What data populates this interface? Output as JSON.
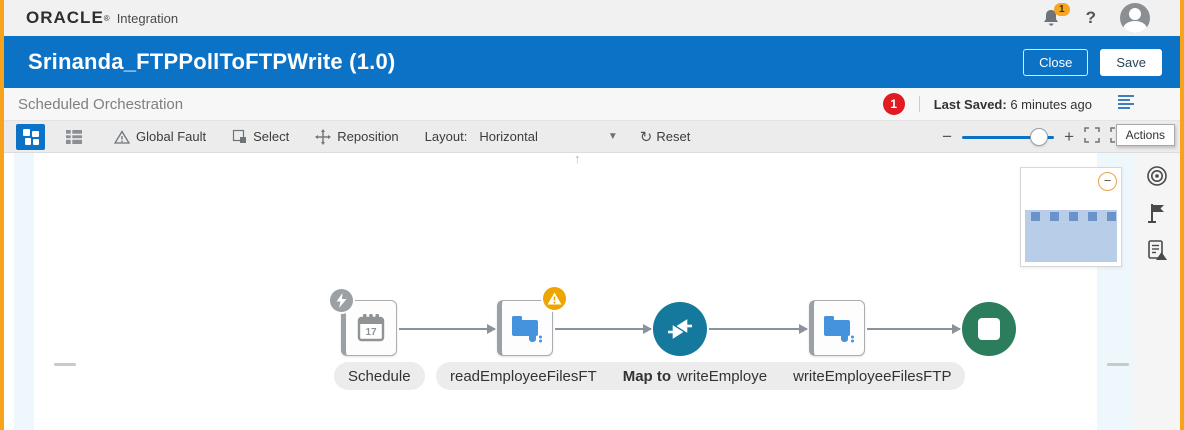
{
  "topbar": {
    "brand": "ORACLE",
    "brand_mark": "®",
    "product": "Integration",
    "notification_count": "1",
    "help_label": "?"
  },
  "titlebar": {
    "title": "Srinanda_FTPPollToFTPWrite (1.0)",
    "close_label": "Close",
    "save_label": "Save"
  },
  "subheader": {
    "title": "Scheduled Orchestration",
    "error_count": "1",
    "last_saved_label": "Last Saved:",
    "last_saved_value": "6 minutes ago",
    "actions_tooltip": "Actions"
  },
  "toolbar": {
    "global_fault_label": "Global Fault",
    "select_label": "Select",
    "reposition_label": "Reposition",
    "layout_label": "Layout:",
    "layout_value": "Horizontal",
    "reset_label": "Reset",
    "zoom_minus": "−",
    "zoom_plus": "+",
    "scroll_hint": "↑"
  },
  "flow": {
    "schedule_label": "Schedule",
    "read_label": "readEmployeeFilesFT",
    "map_label_bold": "Map to",
    "map_label_rest": "writeEmploye",
    "write_label": "writeEmployeeFilesFTP",
    "minimap_collapse": "−"
  },
  "icons": {
    "bell": "notification bell with count badge",
    "avatar": "user profile circle",
    "canvas_view": "blue puzzle pieces toggle (active)",
    "grid_view": "grid/table view toggle",
    "global_fault": "warning triangle outline",
    "select": "dashed selection square",
    "reposition": "four-direction move cross",
    "caret_down": "▾",
    "reset": "↻",
    "fullscreen": "corner brackets",
    "actions_menu": "blue hamburger lines",
    "target": "concentric circles",
    "flag": "milestone flag",
    "notes": "document with warning",
    "schedule_badge": "lightning bolt",
    "warning_badge": "amber warning triangle",
    "calendar": "calendar showing 17",
    "ftp_adapter": "blue folder with plug",
    "map": "two converging arrows",
    "stop": "white square in green circle"
  },
  "colors": {
    "header_blue": "#0c72c5",
    "frame_orange": "#f7a31c",
    "error_red": "#e11b22",
    "warn_amber": "#efa500",
    "notify_amber": "#f5a623",
    "map_teal": "#14799c",
    "end_green": "#2b7d5b",
    "adapter_blue": "#4693dd",
    "connector_gray": "#8a929b"
  }
}
